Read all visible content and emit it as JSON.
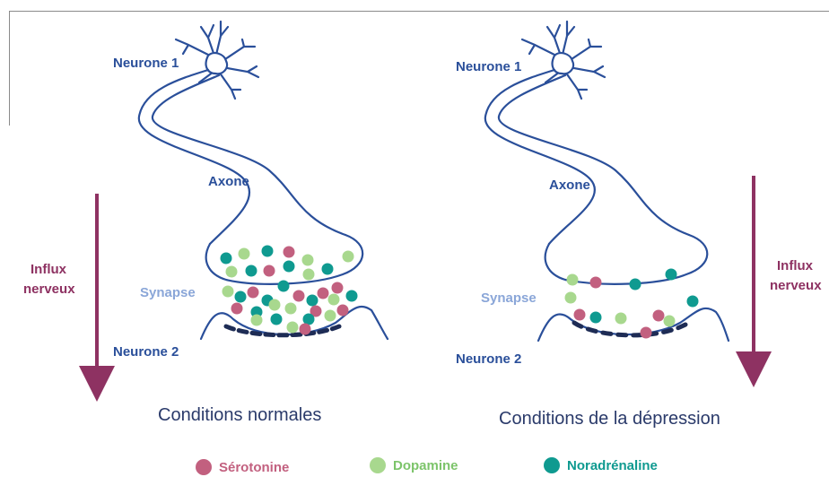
{
  "colors": {
    "neuron": "#2a4f9a",
    "serotonine": "#c2607f",
    "dopamine": "#a8d88e",
    "noradrenaline": "#0f9a90",
    "arrow": "#8e3262",
    "synapse_label": "#8aa6d8",
    "caption": "#2a3a6a"
  },
  "left_panel": {
    "neurone1": "Neurone 1",
    "axone": "Axone",
    "synapse": "Synapse",
    "neurone2": "Neurone 2",
    "influx": [
      "Influx",
      "nerveux"
    ],
    "caption": "Conditions normales"
  },
  "right_panel": {
    "neurone1": "Neurone 1",
    "axone": "Axone",
    "synapse": "Synapse",
    "neurone2": "Neurone 2",
    "influx": [
      "Influx",
      "nerveux"
    ],
    "caption": "Conditions de la dépression"
  },
  "legend": [
    {
      "label": "Sérotonine",
      "color": "#c2607f"
    },
    {
      "label": "Dopamine",
      "color": "#a8d88e"
    },
    {
      "label": "Noradrénaline",
      "color": "#0f9a90"
    }
  ]
}
